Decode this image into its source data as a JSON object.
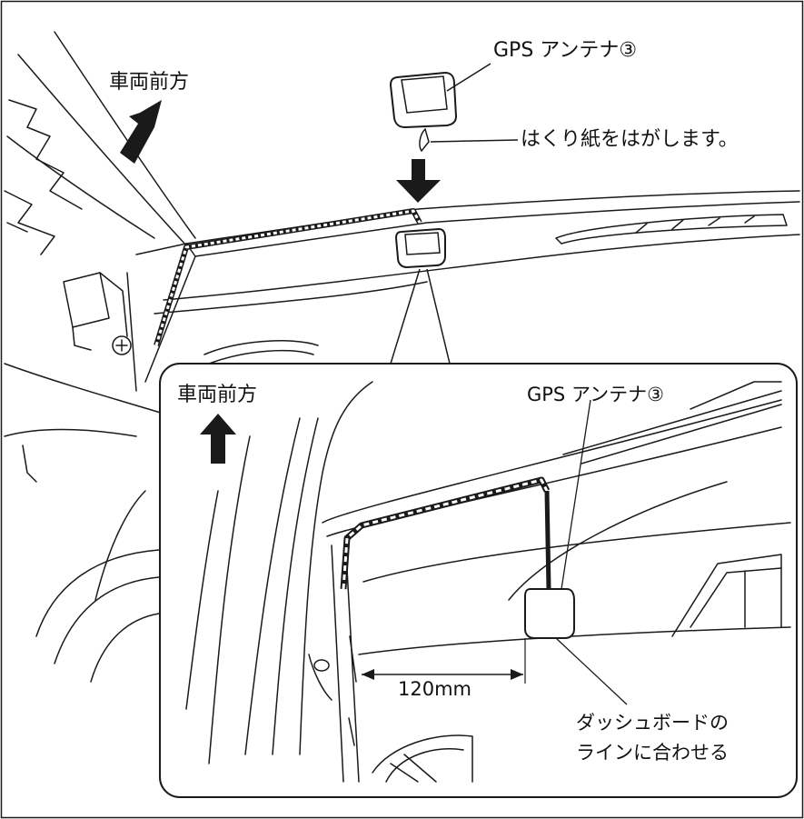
{
  "main_view": {
    "forward_label": "車両前方",
    "gps_label": "GPS アンテナ③",
    "peel_label": "はくり紙をはがします。"
  },
  "detail_view": {
    "forward_label": "車両前方",
    "gps_label": "GPS アンテナ③",
    "distance_label": "120mm",
    "align_line1": "ダッシュボードの",
    "align_line2": "ラインに合わせる"
  },
  "colors": {
    "line": "#1a1a1a",
    "background": "#ffffff"
  },
  "icons": [
    "forward-arrow-icon",
    "down-arrow-icon",
    "screw-icon"
  ]
}
